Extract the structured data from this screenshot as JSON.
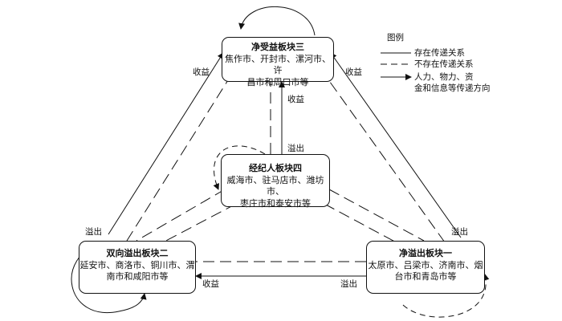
{
  "blocks": {
    "b3": {
      "title": "净受益板块三",
      "cities_line1": "焦作市、开封市、漯河市、许",
      "cities_line2": "昌市和周口市等"
    },
    "b4": {
      "title": "经纪人板块四",
      "cities_line1": "威海市、驻马店市、潍坊市、",
      "cities_line2": "枣庄市和泰安市等"
    },
    "b2": {
      "title": "双向溢出板块二",
      "cities_line1": "延安市、商洛市、铜川市、渭",
      "cities_line2": "南市和咸阳市等"
    },
    "b1": {
      "title": "净溢出板块一",
      "cities_line1": "太原市、吕梁市、济南市、烟",
      "cities_line2": "台市和青岛市等"
    }
  },
  "edge_labels": {
    "left_top_benefit": "收益",
    "right_top_benefit": "收益",
    "center_benefit": "收益",
    "center_spill": "溢出",
    "left_bottom_spill": "溢出",
    "right_bottom_spill": "溢出",
    "bottom_benefit": "收益",
    "bottom_spill": "溢出"
  },
  "legend": {
    "title": "图例",
    "solid": "存在传递关系",
    "dashed": "不存在传递关系",
    "arrow_line1": "人力、物力、资",
    "arrow_line2": "金和信息等传递方向"
  }
}
